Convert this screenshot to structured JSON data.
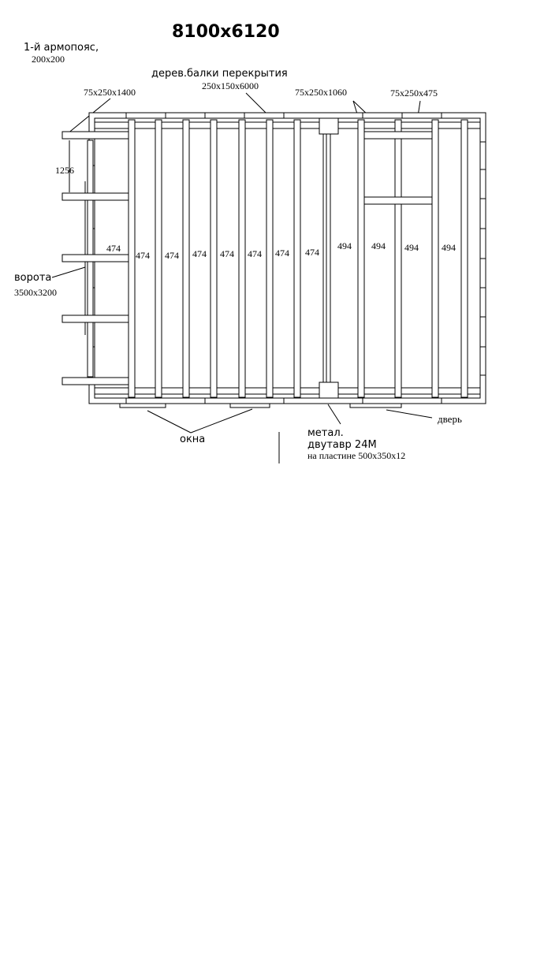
{
  "title": "8100x6120",
  "labels": {
    "armopoyas_line1": "1-й армопояс,",
    "armopoyas_line2": "200x200",
    "beams_line1": "дерев.балки перекрытия",
    "beams_line2": "250x150x6000",
    "board_1400": "75x250x1400",
    "board_1060": "75x250x1060",
    "board_475": "75x250x475",
    "dim_1256": "1256",
    "gate_line1": "ворота",
    "gate_line2": "3500x3200",
    "windows": "окна",
    "metal_line1": "метал.",
    "metal_line2": "двутавр 24М",
    "metal_line3": "на пластине 500x350x12",
    "door": "дверь"
  },
  "spacing_left": [
    "474",
    "474",
    "474",
    "474",
    "474",
    "474",
    "474",
    "474"
  ],
  "spacing_right": [
    "494",
    "494",
    "494",
    "494"
  ]
}
